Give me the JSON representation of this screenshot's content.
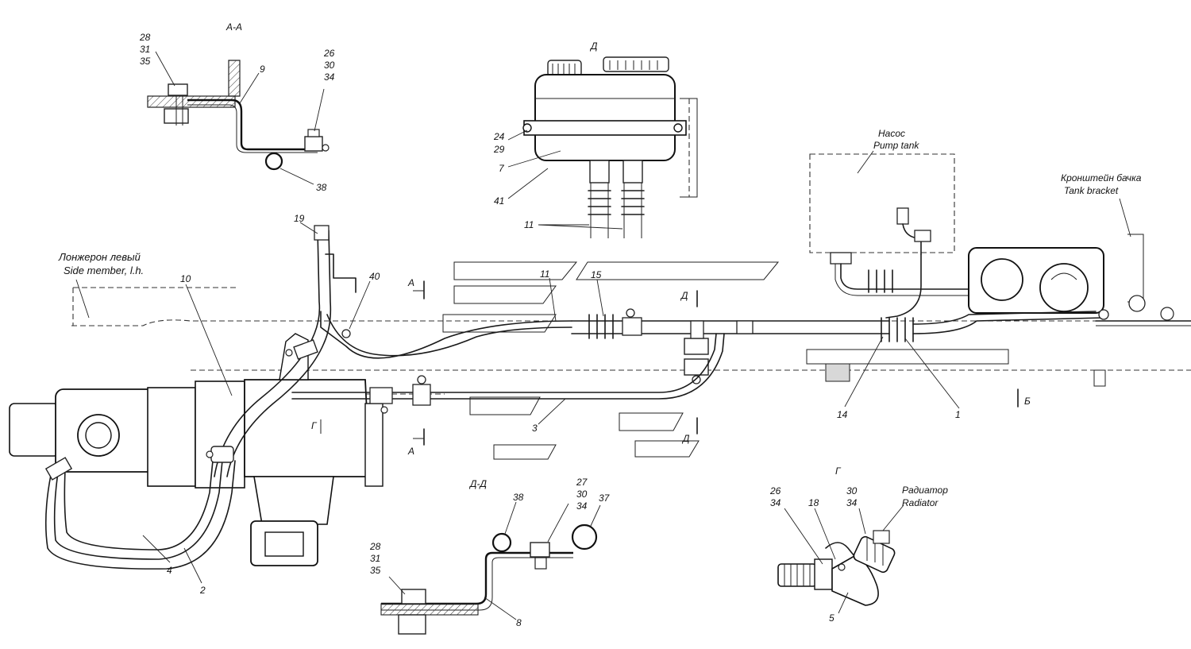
{
  "sections": {
    "aa": "А-А",
    "d": "Д",
    "dd": "Д-Д",
    "g": "Г"
  },
  "annotations": {
    "side_member_ru": "Лонжерон левый",
    "side_member_en": "Side member, l.h.",
    "pump_ru": "Насос",
    "pump_en": "Pump tank",
    "tank_bracket_ru": "Кронштейн бачка",
    "tank_bracket_en": "Tank bracket",
    "radiator_ru": "Радиатор",
    "radiator_en": "Radiator"
  },
  "cut_marks": {
    "a_top": "А",
    "a_bottom": "А",
    "d_top": "Д",
    "d_bottom": "Д",
    "b": "Б",
    "g": "Г"
  },
  "callouts": {
    "aa_bolt": [
      "28",
      "31",
      "35"
    ],
    "aa_9": "9",
    "aa_clamp": [
      "26",
      "30",
      "34"
    ],
    "aa_38": "38",
    "d_bracket": [
      "24",
      "29"
    ],
    "d_7": "7",
    "d_41": "41",
    "d_11": "11",
    "main_19": "19",
    "main_10": "10",
    "main_40": "40",
    "main_11": "11",
    "main_15": "15",
    "main_3": "3",
    "main_14": "14",
    "main_1": "1",
    "main_4": "4",
    "main_2": "2",
    "dd_38": "38",
    "dd_clamp": [
      "27",
      "30",
      "34"
    ],
    "dd_37": "37",
    "dd_bolt": [
      "28",
      "31",
      "35"
    ],
    "dd_8": "8",
    "g_left": [
      "26",
      "34"
    ],
    "g_18": "18",
    "g_right": [
      "30",
      "34"
    ],
    "g_5": "5"
  }
}
